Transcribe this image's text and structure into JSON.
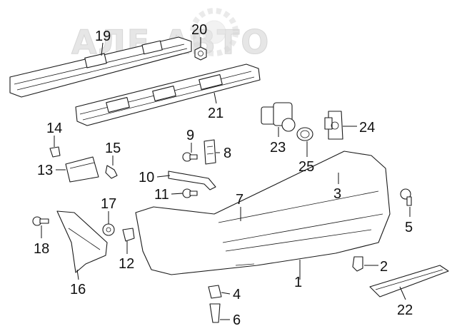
{
  "watermark": "АЛЕ АВТО",
  "callouts": [
    {
      "id": "c1",
      "label": "1"
    },
    {
      "id": "c2",
      "label": "2"
    },
    {
      "id": "c3",
      "label": "3"
    },
    {
      "id": "c4",
      "label": "4"
    },
    {
      "id": "c5",
      "label": "5"
    },
    {
      "id": "c6",
      "label": "6"
    },
    {
      "id": "c7",
      "label": "7"
    },
    {
      "id": "c8",
      "label": "8"
    },
    {
      "id": "c9",
      "label": "9"
    },
    {
      "id": "c10",
      "label": "10"
    },
    {
      "id": "c11",
      "label": "11"
    },
    {
      "id": "c12",
      "label": "12"
    },
    {
      "id": "c13",
      "label": "13"
    },
    {
      "id": "c14",
      "label": "14"
    },
    {
      "id": "c15",
      "label": "15"
    },
    {
      "id": "c16",
      "label": "16"
    },
    {
      "id": "c17",
      "label": "17"
    },
    {
      "id": "c18",
      "label": "18"
    },
    {
      "id": "c19",
      "label": "19"
    },
    {
      "id": "c20",
      "label": "20"
    },
    {
      "id": "c21",
      "label": "21"
    },
    {
      "id": "c22",
      "label": "22"
    },
    {
      "id": "c23",
      "label": "23"
    },
    {
      "id": "c24",
      "label": "24"
    },
    {
      "id": "c25",
      "label": "25"
    }
  ]
}
